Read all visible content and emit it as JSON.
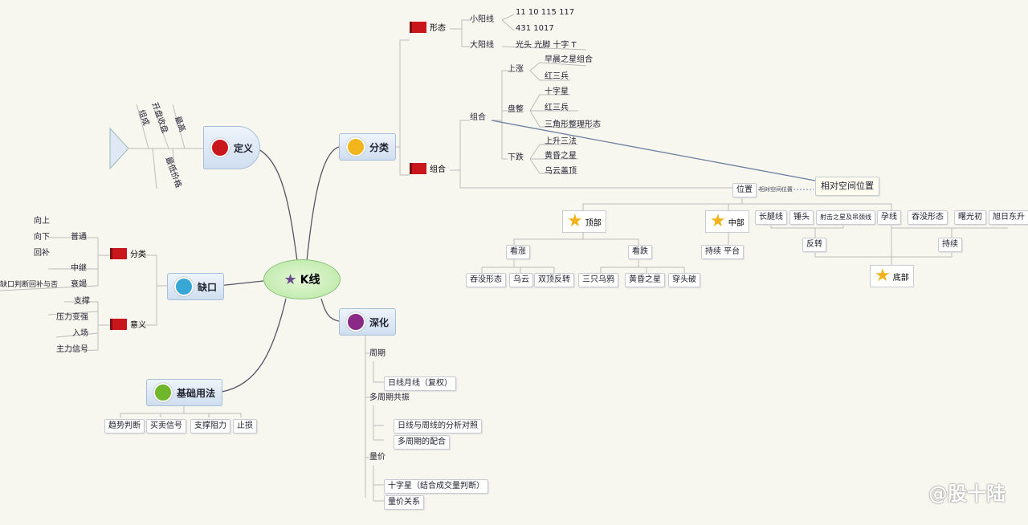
{
  "center": {
    "label": "K线",
    "icon": "star-icon"
  },
  "branches": {
    "definition": {
      "label": "定义",
      "fishbone": [
        "组成",
        "开盘收盘",
        "最高",
        "最低价格"
      ]
    },
    "classification": {
      "label": "分类"
    },
    "gap": {
      "label": "缺口"
    },
    "deepening": {
      "label": "深化"
    },
    "basic": {
      "label": "基础用法",
      "children": [
        "趋势判断",
        "买卖信号",
        "支撑阻力",
        "止损"
      ]
    }
  },
  "classification_tree": {
    "form": {
      "label": "形态",
      "small": "小阳线",
      "big": "大阳线",
      "small_items": [
        "11 10 115 117",
        "431 1017"
      ],
      "big_items": "光头 光脚 十字 T"
    },
    "combo_flag": {
      "label": "组合"
    },
    "combo": {
      "label": "组合",
      "up": "上涨",
      "mid": "盘整",
      "down": "下跌",
      "up_items": [
        "早晨之星组合",
        "红三兵"
      ],
      "mid_items": [
        "十字星",
        "红三兵",
        "三角形整理形态"
      ],
      "down_items": [
        "上升三法",
        "黄昏之星",
        "乌云盖顶"
      ]
    },
    "relative": "相对空间位置",
    "position": "位置",
    "arrow_text": "相对空间位置"
  },
  "position_tree": {
    "top": "顶部",
    "middle": "中部",
    "bottom": "底部",
    "top_up": "看涨",
    "top_down": "看跌",
    "top_leaves": [
      "吞没形态",
      "乌云",
      "双顶反转",
      "三只乌鸦",
      "黄昏之星",
      "穿头破"
    ],
    "middle_leaf": "持续 平台",
    "row": [
      "长腿线",
      "锤头",
      "射击之星及吊颈线",
      "孕线",
      "吞没形态",
      "曙光初",
      "旭日东升"
    ],
    "reversal": "反转",
    "continue": "持续"
  },
  "gap_tree": {
    "flag1": "分类",
    "flag2": "意义",
    "flag1_children": [
      "普通",
      "中继",
      "衰竭"
    ],
    "flag1_leaves": [
      "向上",
      "向下",
      "回补"
    ],
    "flag1_far": "缺口判断回补与否",
    "flag2_children": [
      "支撑",
      "压力变强",
      "入场",
      "主力信号"
    ]
  },
  "deep_tree": {
    "items": [
      "周期",
      "日线月线（复权）",
      "多周期共振",
      "日线与周线的分析对照",
      "多周期的配合",
      "量价",
      "十字星（结合成交量判断）",
      "量价关系"
    ]
  },
  "watermark": "@股十陆"
}
